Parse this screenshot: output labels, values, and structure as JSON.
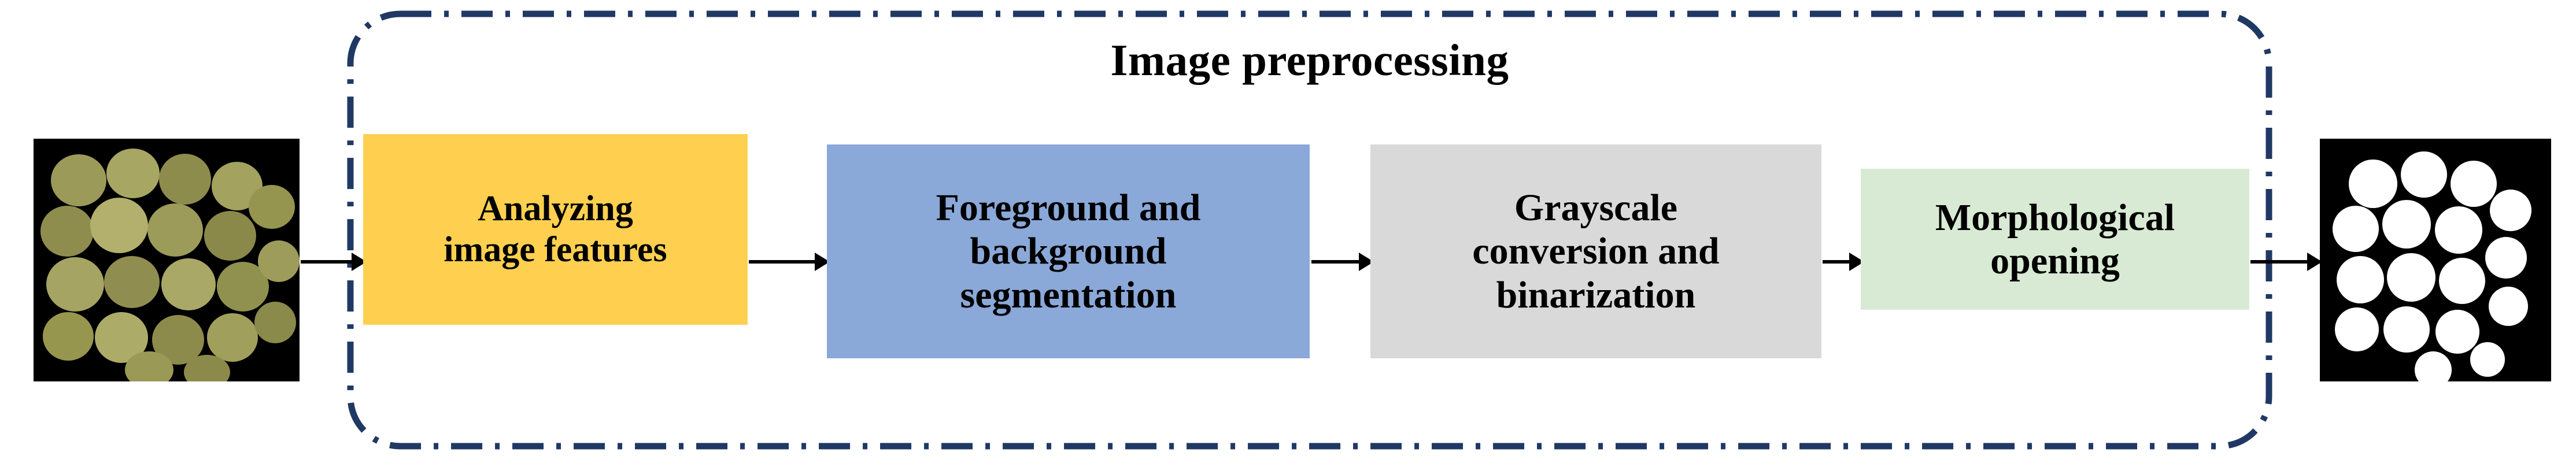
{
  "diagram": {
    "type": "flowchart",
    "title": "Image preprocessing",
    "container": {
      "border_style": "dash-dot",
      "border_color": "#203864",
      "shape": "rounded-rectangle"
    },
    "stages": [
      {
        "id": "analyzing-image-features",
        "label": "Analyzing\nimage features",
        "lines": [
          "Analyzing",
          "image features"
        ],
        "color": "#ffd04f"
      },
      {
        "id": "foreground-background-segmentation",
        "label": "Foreground and background segmentation",
        "lines": [
          "Foreground and",
          "background",
          "segmentation"
        ],
        "color": "#8aa8d8"
      },
      {
        "id": "grayscale-conversion-binarization",
        "label": "Grayscale conversion and binarization",
        "lines": [
          "Grayscale",
          "conversion and",
          "binarization"
        ],
        "color": "#d9d9d9"
      },
      {
        "id": "morphological-opening",
        "label": "Morphological opening",
        "lines": [
          "Morphological",
          "opening"
        ],
        "color": "#d8ead3"
      }
    ],
    "arrows": [
      {
        "id": "input-to-stage1",
        "from": "input-image",
        "to": "analyzing-image-features"
      },
      {
        "id": "stage1-to-stage2",
        "from": "analyzing-image-features",
        "to": "foreground-background-segmentation"
      },
      {
        "id": "stage2-to-stage3",
        "from": "foreground-background-segmentation",
        "to": "grayscale-conversion-binarization"
      },
      {
        "id": "stage3-to-stage4",
        "from": "grayscale-conversion-binarization",
        "to": "morphological-opening"
      },
      {
        "id": "stage4-to-output",
        "from": "morphological-opening",
        "to": "output-image"
      }
    ],
    "images": {
      "input": {
        "id": "input-image",
        "description": "Photograph of green grapes on black background",
        "background": "#000000",
        "fruit_color": "#9a9a55"
      },
      "output": {
        "id": "output-image",
        "description": "Binary mask of grapes: white blobs on black background",
        "background": "#000000",
        "blob_color": "#ffffff"
      }
    }
  }
}
